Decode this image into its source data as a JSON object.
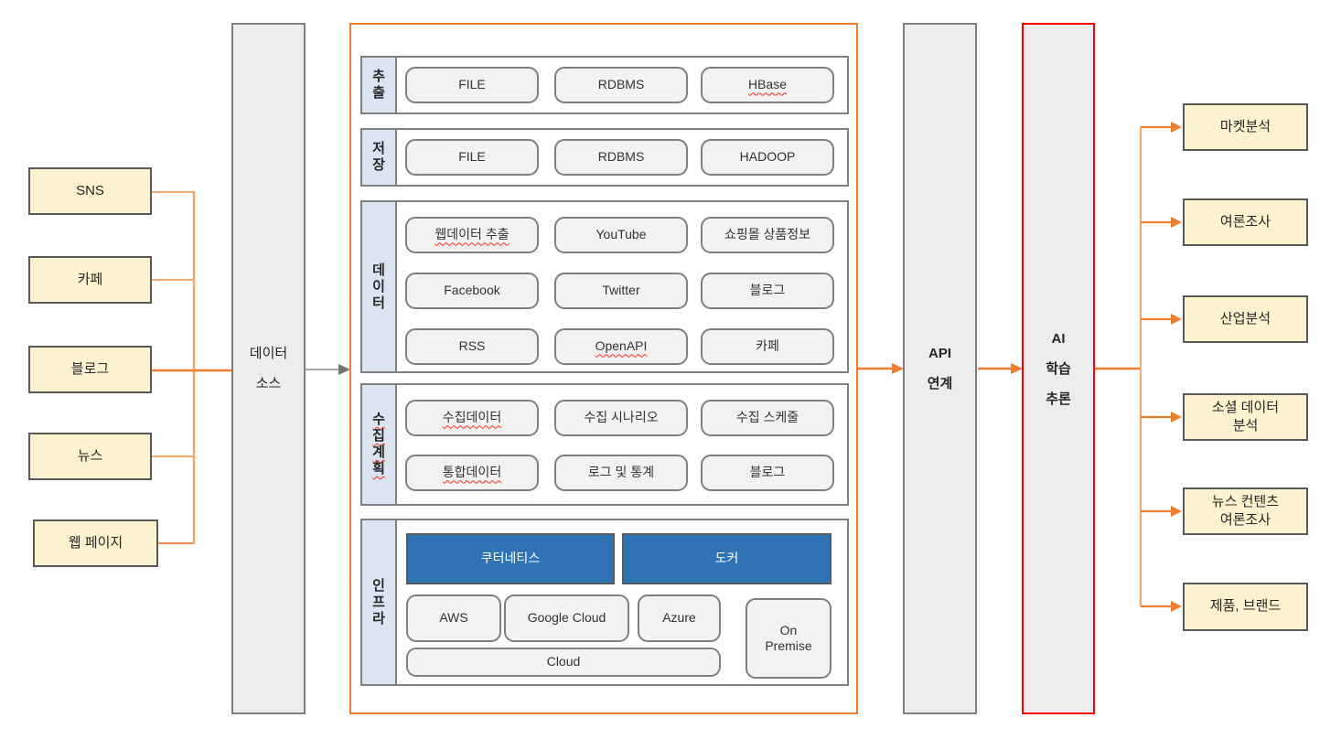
{
  "diagram": {
    "sources": [
      {
        "label": "SNS"
      },
      {
        "label": "카페"
      },
      {
        "label": "블로그"
      },
      {
        "label": "뉴스"
      },
      {
        "label": "웹 페이지"
      }
    ],
    "data_source_panel": {
      "lines": [
        "데이터",
        "소스"
      ]
    },
    "pipeline": {
      "sections": [
        {
          "label": "추출",
          "items": [
            "FILE",
            "RDBMS",
            "HBase"
          ]
        },
        {
          "label": "저장",
          "items": [
            "FILE",
            "RDBMS",
            "HADOOP"
          ]
        },
        {
          "label": "데이터",
          "items": [
            "웹데이터 추출",
            "YouTube",
            "쇼핑몰 상품정보",
            "Facebook",
            "Twitter",
            "블로그",
            "RSS",
            "OpenAPI",
            "카페"
          ]
        },
        {
          "label": "수집계획",
          "items": [
            "수집데이터",
            "수집 시나리오",
            "수집 스케줄",
            "통합데이터",
            "로그 및 통계",
            "블로그"
          ]
        },
        {
          "label": "인프라",
          "containers": [
            "쿠터네티스",
            "도커"
          ],
          "clouds": [
            "AWS",
            "Google Cloud",
            "Azure"
          ],
          "cloud_wide": "Cloud",
          "onprem": {
            "lines": [
              "On",
              "Premise"
            ]
          }
        }
      ]
    },
    "api_panel": {
      "lines": [
        "API",
        "연계"
      ]
    },
    "ai_panel": {
      "lines": [
        "AI",
        "학습",
        "추론"
      ]
    },
    "outputs": [
      {
        "lines": [
          "마켓분석"
        ]
      },
      {
        "lines": [
          "여론조사"
        ]
      },
      {
        "lines": [
          "산업분석"
        ]
      },
      {
        "lines": [
          "소셜 데이터",
          "분석"
        ]
      },
      {
        "lines": [
          "뉴스 컨텐츠",
          "여론조사"
        ]
      },
      {
        "lines": [
          "제품, 브랜드"
        ]
      }
    ],
    "colors": {
      "accent_orange": "#ED7D31",
      "accent_orange_light": "#F1A96E",
      "alert_red": "#FF0000",
      "box_yellow": "#FDF2D0",
      "panel_gray": "#EDEDED",
      "band_blue": "#DBE5F1",
      "item_gray": "#F2F2F2",
      "infra_blue": "#2E74B5",
      "border_dark": "#595959",
      "border_gray": "#808080"
    }
  }
}
